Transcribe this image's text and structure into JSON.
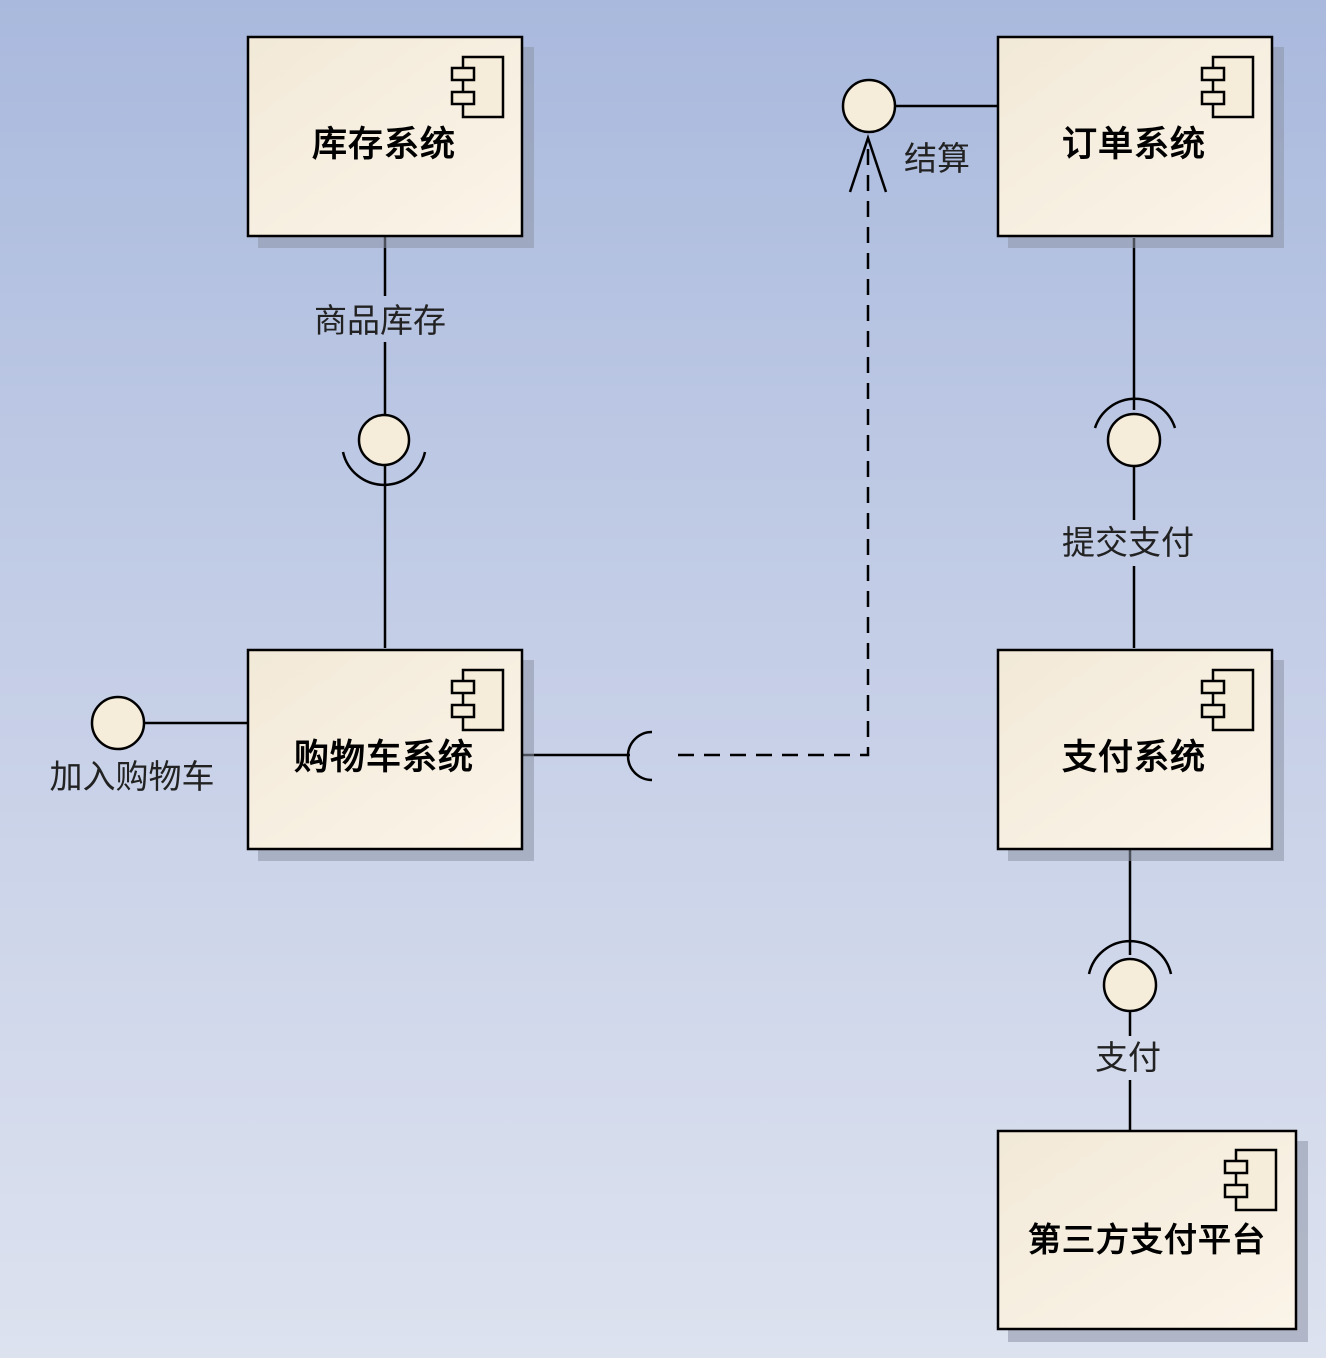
{
  "components": {
    "inventory": "库存系统",
    "order": "订单系统",
    "cart": "购物车系统",
    "payment": "支付系统",
    "third_party": "第三方支付平台"
  },
  "interfaces": {
    "goods_stock": "商品库存",
    "checkout": "结算",
    "submit_payment": "提交支付",
    "add_to_cart": "加入购物车",
    "pay": "支付"
  },
  "colors": {
    "box_fill_top": "#f7efe2",
    "box_fill_bottom": "#ece2cf",
    "lollipop_fill": "#f5ecd9",
    "background_top": "#a9b9dd",
    "background_bottom": "#dde2ef"
  }
}
